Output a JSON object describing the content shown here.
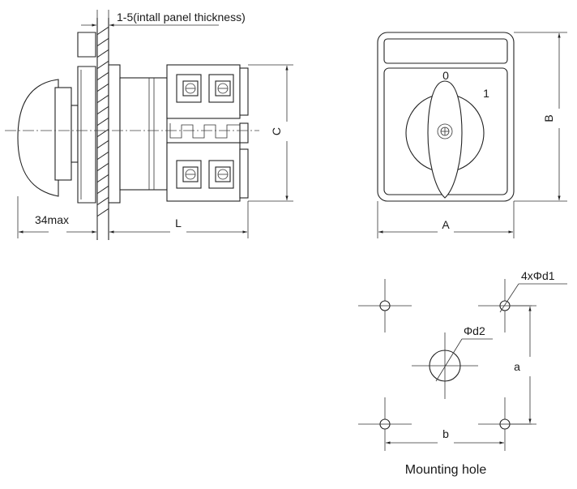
{
  "side_view": {
    "panel_thickness_label": "1-5(intall panel thickness)",
    "depth_label": "34max",
    "length_label": "L",
    "height_label": "C"
  },
  "front_view": {
    "position_off": "0",
    "position_on": "1",
    "width_label": "A",
    "height_label": "B"
  },
  "mounting_hole": {
    "title": "Mounting hole",
    "small_hole_label": "4xΦd1",
    "center_hole_label": "Φd2",
    "vertical_spacing_label": "a",
    "horizontal_spacing_label": "b"
  }
}
